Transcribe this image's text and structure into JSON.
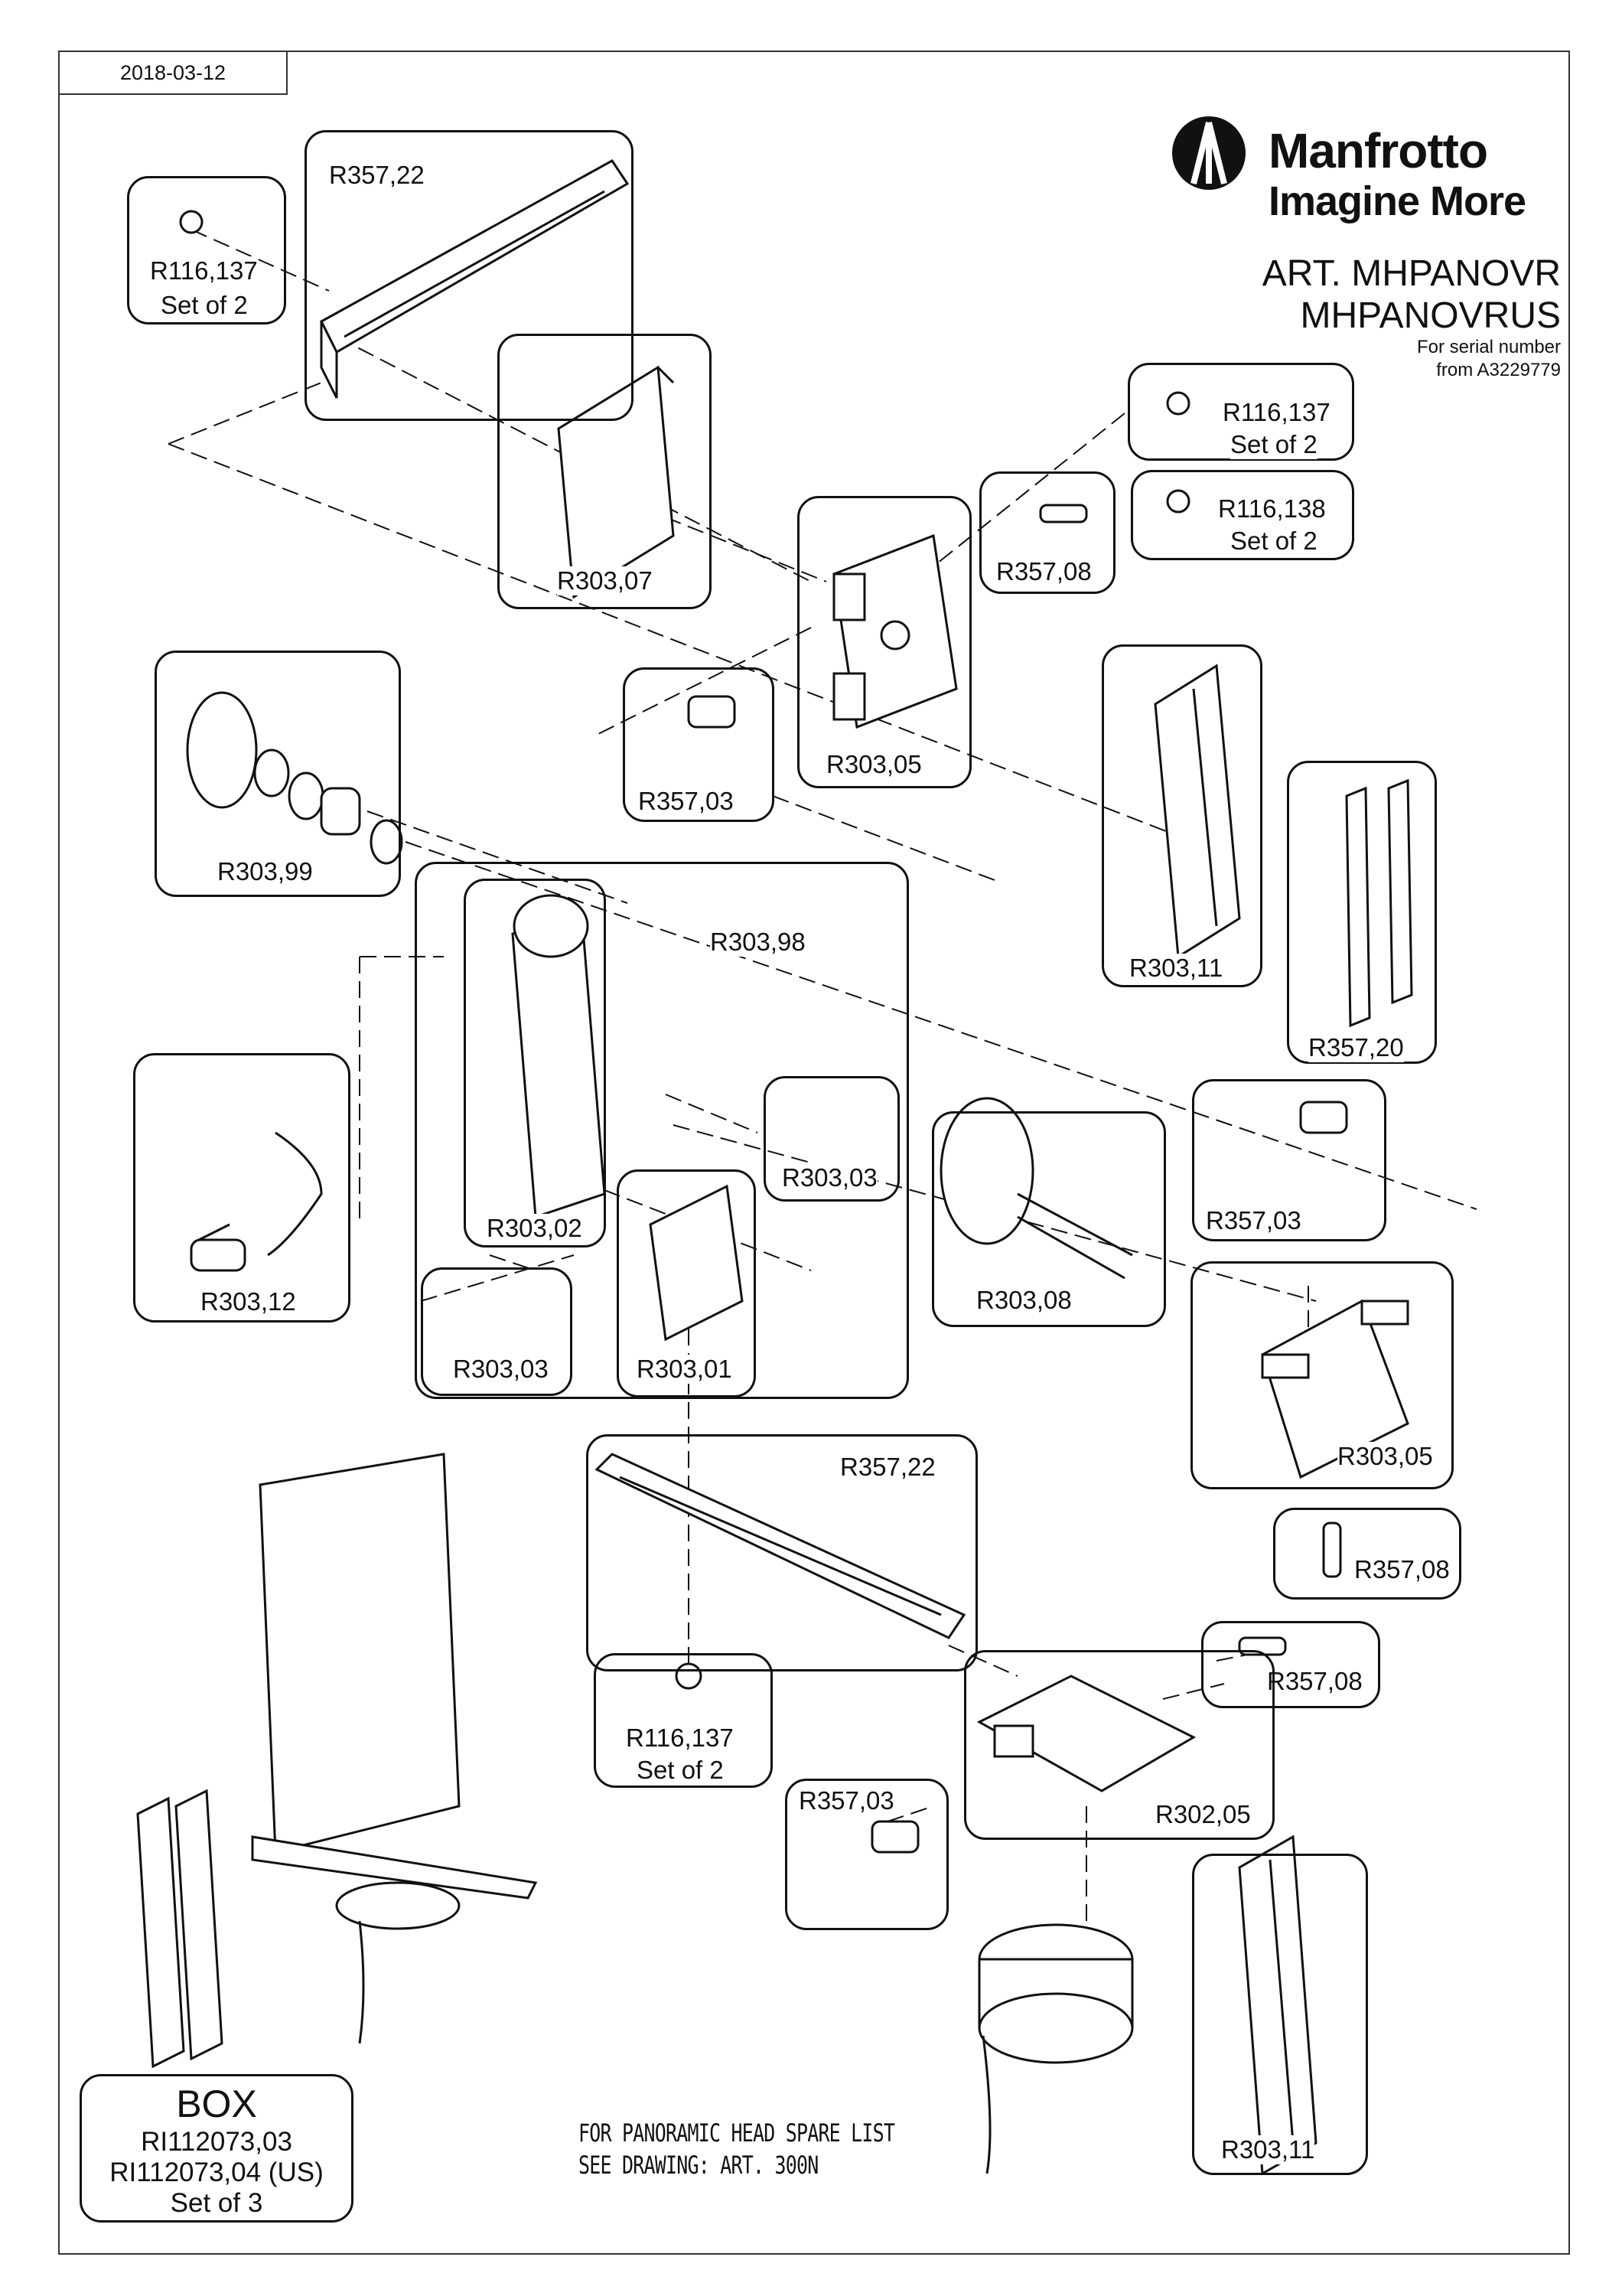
{
  "header": {
    "date": "2018-03-12",
    "brand_name": "Manfrotto",
    "brand_tagline": "Imagine More",
    "article_line1": "ART. MHPANOVR",
    "article_line2": "MHPANOVRUS",
    "serial_line1": "For serial number",
    "serial_line2": "from A3229779"
  },
  "parts": {
    "r357_22_top": "R357,22",
    "r116_137_a_code": "R116,137",
    "r116_137_a_qty": "Set of 2",
    "r303_07": "R303,07",
    "r116_137_b_code": "R116,137",
    "r116_137_b_qty": "Set of 2",
    "r116_138_code": "R116,138",
    "r116_138_qty": "Set of 2",
    "r357_08_top": "R357,08",
    "r303_05_top": "R303,05",
    "r357_03_top": "R357,03",
    "r303_99": "R303,99",
    "r303_98": "R303,98",
    "r303_11_top": "R303,11",
    "r357_20": "R357,20",
    "r303_12": "R303,12",
    "r303_02": "R303,02",
    "r303_03_mid": "R303,03",
    "r303_08": "R303,08",
    "r357_03_right": "R357,03",
    "r303_03_low": "R303,03",
    "r303_01": "R303,01",
    "r303_05_right": "R303,05",
    "r357_22_bottom": "R357,22",
    "r357_08_right": "R357,08",
    "r116_137_c_code": "R116,137",
    "r116_137_c_qty": "Set of 2",
    "r357_08_low": "R357,08",
    "r357_03_low": "R357,03",
    "r302_05": "R302,05",
    "r303_11_bottom": "R303,11"
  },
  "box_label": {
    "title": "BOX",
    "line1": "RI112073,03",
    "line2": "RI112073,04 (US)",
    "line3": "Set of 3"
  },
  "note": {
    "line1": "FOR PANORAMIC HEAD SPARE LIST",
    "line2": "SEE DRAWING: ART. 300N"
  }
}
